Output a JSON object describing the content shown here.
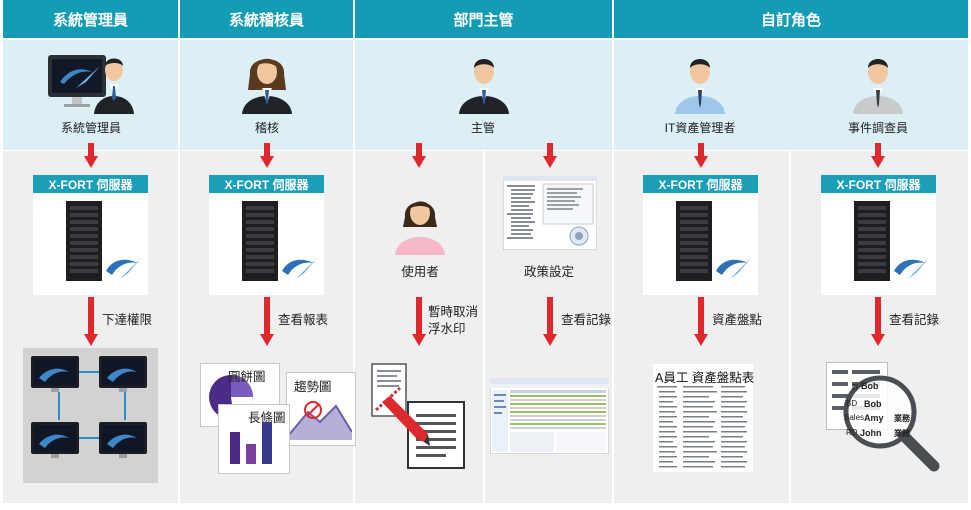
{
  "headers": [
    "系統管理員",
    "系統稽核員",
    "部門主管",
    "自訂角色"
  ],
  "roles": {
    "sysadmin": "系統管理員",
    "auditor": "稽核",
    "manager": "主管",
    "it_asset": "IT資產管理者",
    "investigator": "事件調查員",
    "user": "使用者",
    "policy": "政策設定"
  },
  "server_label": "X-FORT 伺服器",
  "actions": {
    "assign_perm": "下達權限",
    "view_report": "查看報表",
    "pause_watermark_1": "暫時取消",
    "pause_watermark_2": "浮水印",
    "view_log_mgr": "查看記錄",
    "asset_check": "資產盤點",
    "view_log_inv": "查看記錄"
  },
  "report_labels": {
    "pie": "圓餅圖",
    "trend": "趨勢圖",
    "bar": "長條圖"
  },
  "asset_sheet": {
    "title": "A員工  資產盤點表"
  },
  "log_names": [
    "Bob",
    "Bob",
    "Amy",
    "John"
  ],
  "log_side": [
    "D",
    "BD",
    "Sales",
    "RD"
  ],
  "log_tags": [
    "",
    "",
    "業務",
    "業務"
  ],
  "colors": {
    "header": "#139cb4",
    "band_top": "#dbeff5",
    "band_bottom": "#efefef",
    "arrow": "#e0282c",
    "server_label": "#1a9fb6"
  }
}
